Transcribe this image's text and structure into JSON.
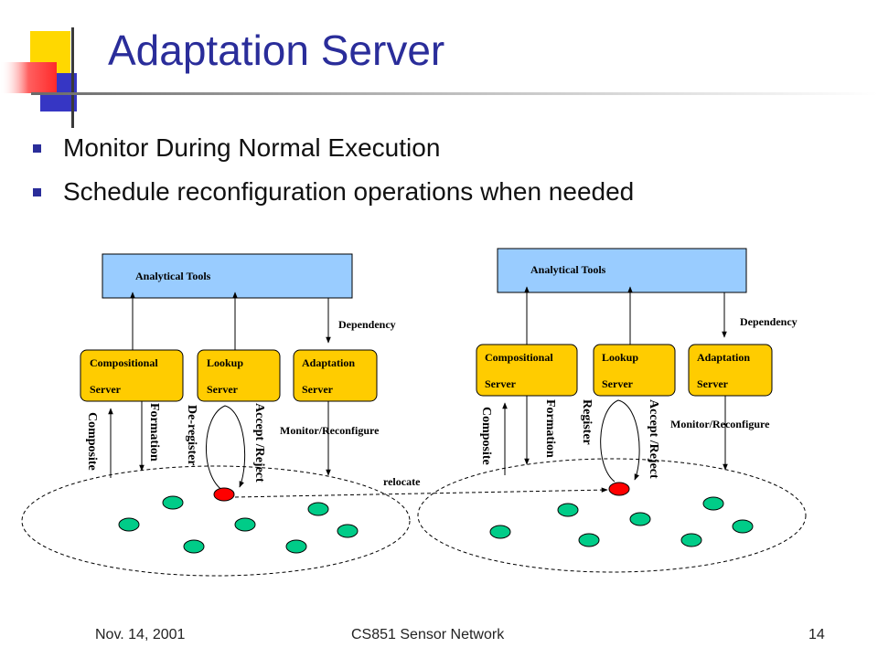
{
  "slide": {
    "title": "Adaptation Server",
    "bullets": [
      "Monitor During Normal Execution",
      "Schedule reconfiguration operations when needed"
    ]
  },
  "diagram": {
    "left": {
      "analytical_tools": "Analytical Tools",
      "dependency": "Dependency",
      "compositional": [
        "Compositional",
        "Server"
      ],
      "lookup": [
        "Lookup",
        "Server"
      ],
      "adaptation": [
        "Adaptation",
        "Server"
      ],
      "composite": "Composite",
      "formation": "Formation",
      "deregister": "De-register",
      "accept_reject": "Accept /Reject",
      "monitor_reconfigure": "Monitor/Reconfigure"
    },
    "right": {
      "analytical_tools": "Analytical Tools",
      "dependency": "Dependency",
      "compositional": [
        "Compositional",
        "Server"
      ],
      "lookup": [
        "Lookup",
        "Server"
      ],
      "adaptation": [
        "Adaptation",
        "Server"
      ],
      "composite": "Composite",
      "formation": "Formation",
      "register": "Register",
      "accept_reject": "Accept /Reject",
      "monitor_reconfigure": "Monitor/Reconfigure"
    },
    "relocate": "relocate",
    "colors": {
      "tools": "#99ccff",
      "server": "#ffcc00",
      "node": "#00cc88",
      "mobile_node": "#ff0000"
    }
  },
  "footer": {
    "date": "Nov. 14, 2001",
    "course": "CS851 Sensor Network",
    "page": "14"
  }
}
